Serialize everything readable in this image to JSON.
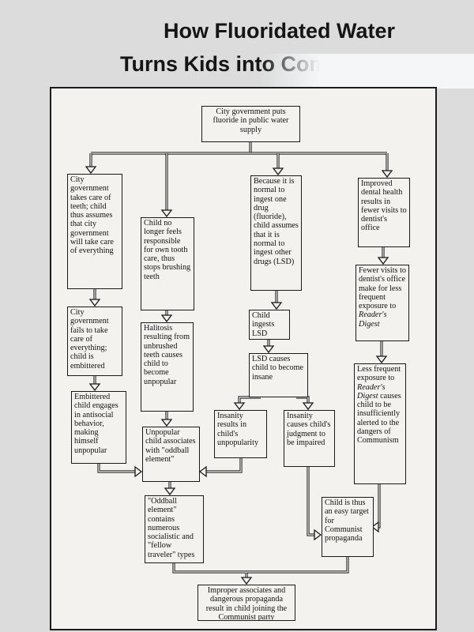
{
  "title": {
    "line1": "How Fluoridated Water",
    "line2": "Turns Kids into Communists"
  },
  "boxes": {
    "start": "City government puts fluoride in public water supply",
    "c1a": "City government takes care of teeth; child thus assumes that city government will take care of everything",
    "c1b": "City government fails to take care of everything; child is embittered",
    "c1c": "Embittered child engages in antisocial behavior, making himself unpopular",
    "c2a": "Child no longer feels responsible for own tooth care, thus stops brushing teeth",
    "c2b": "Halitosis resulting from unbrushed teeth causes child to become unpopular",
    "c2c": "Unpopular child associates with \"oddball element\"",
    "c2d": "\"Oddball element\" contains numerous socialistic and \"fellow traveler\" types",
    "c3a": "Because it is normal to ingest one drug (fluoride), child assumes that it is normal to ingest other drugs (LSD)",
    "c3b": "Child ingests LSD",
    "c3c": "LSD causes child to become insane",
    "c3d": "Insanity results in child's unpopularity",
    "c3e": "Insanity causes child's judgment to be impaired",
    "c4a": "Improved dental health results in fewer visits to dentist's office",
    "c4b": "Fewer visits to dentist's office make for less frequent exposure to",
    "c4b_em": "Reader's Digest",
    "c4c_pre": "Less frequent exposure to",
    "c4c_em": "Reader's Digest",
    "c4c_post": "causes child to be insufficiently alerted to the dangers of Communism",
    "c4d": "Child is thus an easy target for Communist propaganda",
    "final": "Improper associates and dangerous propaganda result in child joining the Communist party"
  }
}
